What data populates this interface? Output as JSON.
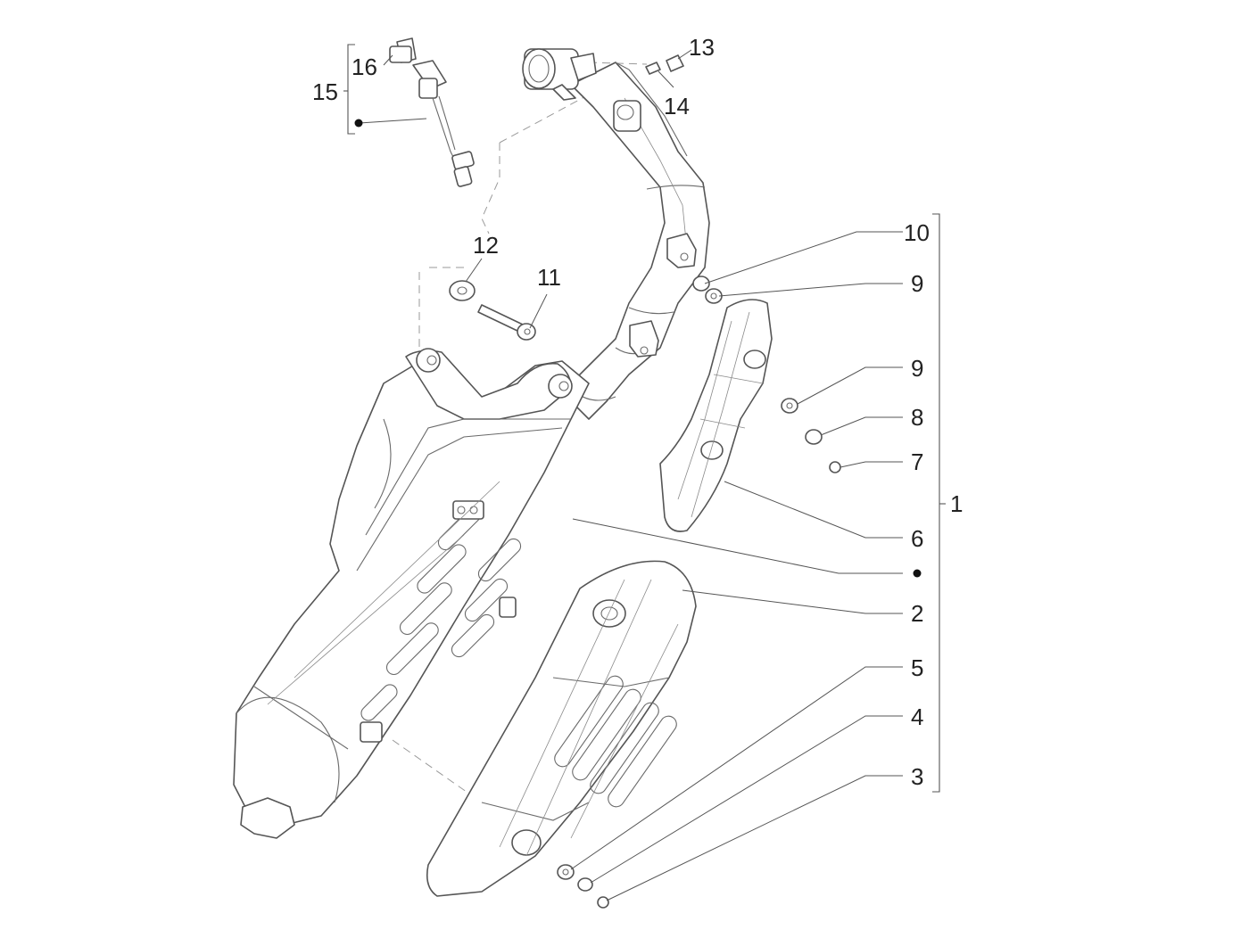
{
  "diagram": {
    "callouts": [
      {
        "id": "c1",
        "label": "1"
      },
      {
        "id": "c2",
        "label": "2"
      },
      {
        "id": "c3",
        "label": "3"
      },
      {
        "id": "c4",
        "label": "4"
      },
      {
        "id": "c5",
        "label": "5"
      },
      {
        "id": "c6",
        "label": "6"
      },
      {
        "id": "c7",
        "label": "7"
      },
      {
        "id": "c8",
        "label": "8"
      },
      {
        "id": "c9a",
        "label": "9"
      },
      {
        "id": "c9b",
        "label": "9"
      },
      {
        "id": "c10",
        "label": "10"
      },
      {
        "id": "c11",
        "label": "11"
      },
      {
        "id": "c12",
        "label": "12"
      },
      {
        "id": "c13",
        "label": "13"
      },
      {
        "id": "c14",
        "label": "14"
      },
      {
        "id": "c15",
        "label": "15"
      },
      {
        "id": "c16",
        "label": "16"
      }
    ]
  },
  "colors": {
    "line": "#555555",
    "text": "#222222",
    "background": "#ffffff"
  }
}
